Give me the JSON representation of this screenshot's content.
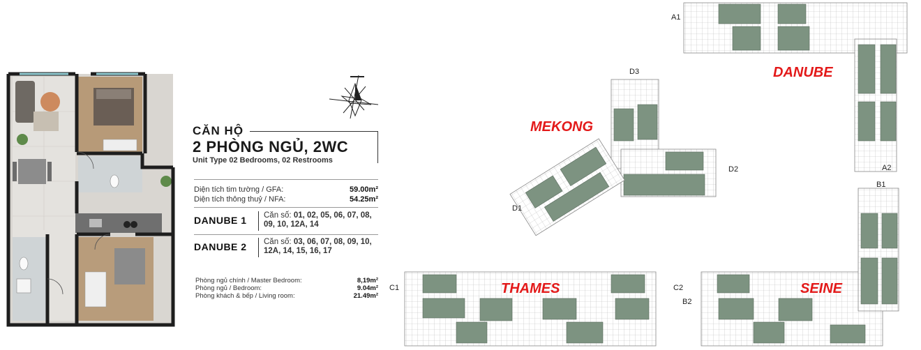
{
  "unit": {
    "heading_line1": "CĂN HỘ",
    "heading_line2": "2 PHÒNG NGỦ, 2WC",
    "subtitle": "Unit Type 02 Bedrooms, 02 Restrooms"
  },
  "areas": [
    {
      "label": "Diện tích tim tường / GFA:",
      "value": "59.00m²"
    },
    {
      "label": "Diện tích thông thuỷ / NFA:",
      "value": "54.25m²"
    }
  ],
  "buildings": [
    {
      "name": "DANUBE 1",
      "units_label": "Căn số:",
      "units": "01, 02, 05, 06, 07, 08, 09, 10, 12A, 14"
    },
    {
      "name": "DANUBE 2",
      "units_label": "Căn số:",
      "units": "03, 06, 07, 08, 09, 10, 12A, 14, 15, 16, 17"
    }
  ],
  "rooms": [
    {
      "label": "Phòng ngủ chính / Master Bedroom:",
      "value": "8,19m²"
    },
    {
      "label": "Phòng ngủ / Bedroom:",
      "value": "9.04m²"
    },
    {
      "label": "Phòng khách & bếp / Living room:",
      "value": "21.49m²"
    }
  ],
  "site_plan": {
    "towers": [
      "DANUBE",
      "MEKONG",
      "THAMES",
      "SEINE"
    ],
    "blocks": [
      "A1",
      "A2",
      "D3",
      "D2",
      "D1",
      "B1",
      "B2",
      "C1",
      "C2"
    ]
  },
  "colors": {
    "tower_name": "#e31919",
    "unit_fill": "#7d9381",
    "plan_wall": "#1e1e1e"
  },
  "icons": [
    "compass-rose-icon"
  ]
}
